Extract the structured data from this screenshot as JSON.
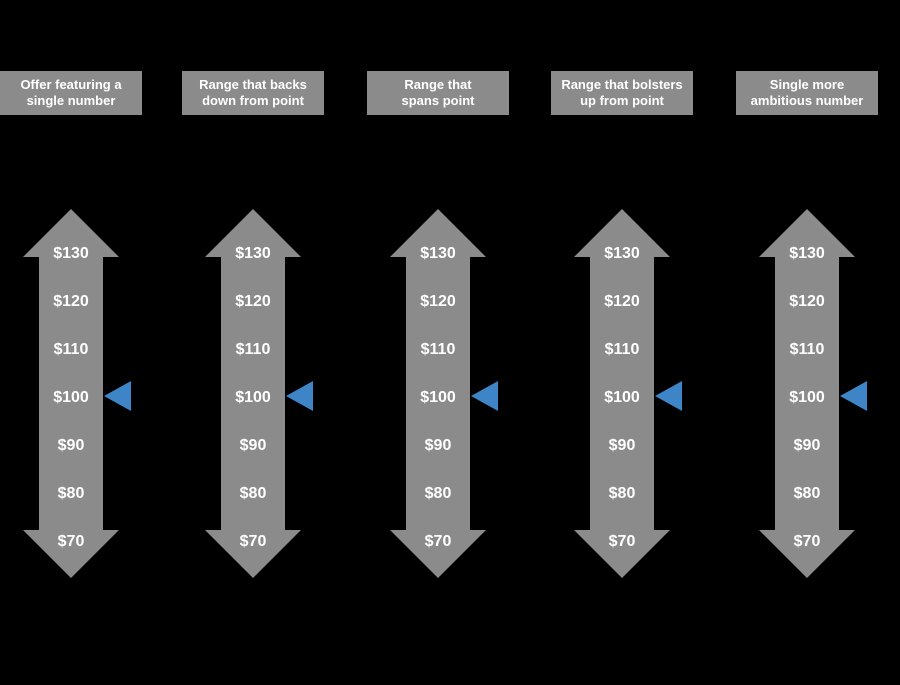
{
  "figure": {
    "background": "#000000",
    "colors": {
      "arrow_gray": "#8b8b8b",
      "label_box_gray": "#8b8b8b",
      "marker_blue": "#3d85c6",
      "text_white": "#ffffff"
    },
    "marker_value": "$100",
    "scale": [
      "$130",
      "$120",
      "$110",
      "$100",
      "$90",
      "$80",
      "$70"
    ],
    "columns": [
      {
        "label": "Offer featuring a\nsingle number"
      },
      {
        "label": "Range that backs\ndown from point"
      },
      {
        "label": "Range that\nspans point"
      },
      {
        "label": "Range that bolsters\nup from point"
      },
      {
        "label": "Single more\nambitious number"
      }
    ]
  }
}
